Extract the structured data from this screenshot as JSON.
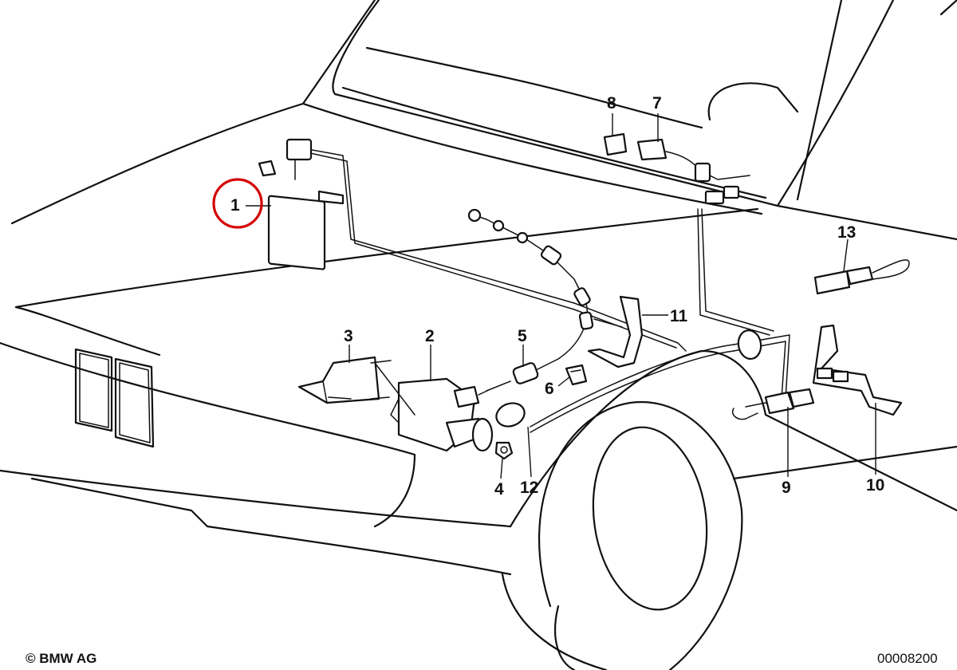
{
  "callouts": [
    {
      "id": "1",
      "label": "1"
    },
    {
      "id": "2",
      "label": "2"
    },
    {
      "id": "3",
      "label": "3"
    },
    {
      "id": "4",
      "label": "4"
    },
    {
      "id": "5",
      "label": "5"
    },
    {
      "id": "6",
      "label": "6"
    },
    {
      "id": "7",
      "label": "7"
    },
    {
      "id": "8",
      "label": "8"
    },
    {
      "id": "9",
      "label": "9"
    },
    {
      "id": "10",
      "label": "10"
    },
    {
      "id": "11",
      "label": "11"
    },
    {
      "id": "12",
      "label": "12"
    },
    {
      "id": "13",
      "label": "13"
    }
  ],
  "highlighted_part": "1",
  "footer": {
    "copyright": "© BMW AG",
    "drawing_number": "00008200"
  },
  "colors": {
    "line": "#111111",
    "highlight": "#d40000",
    "background": "#ffffff"
  }
}
